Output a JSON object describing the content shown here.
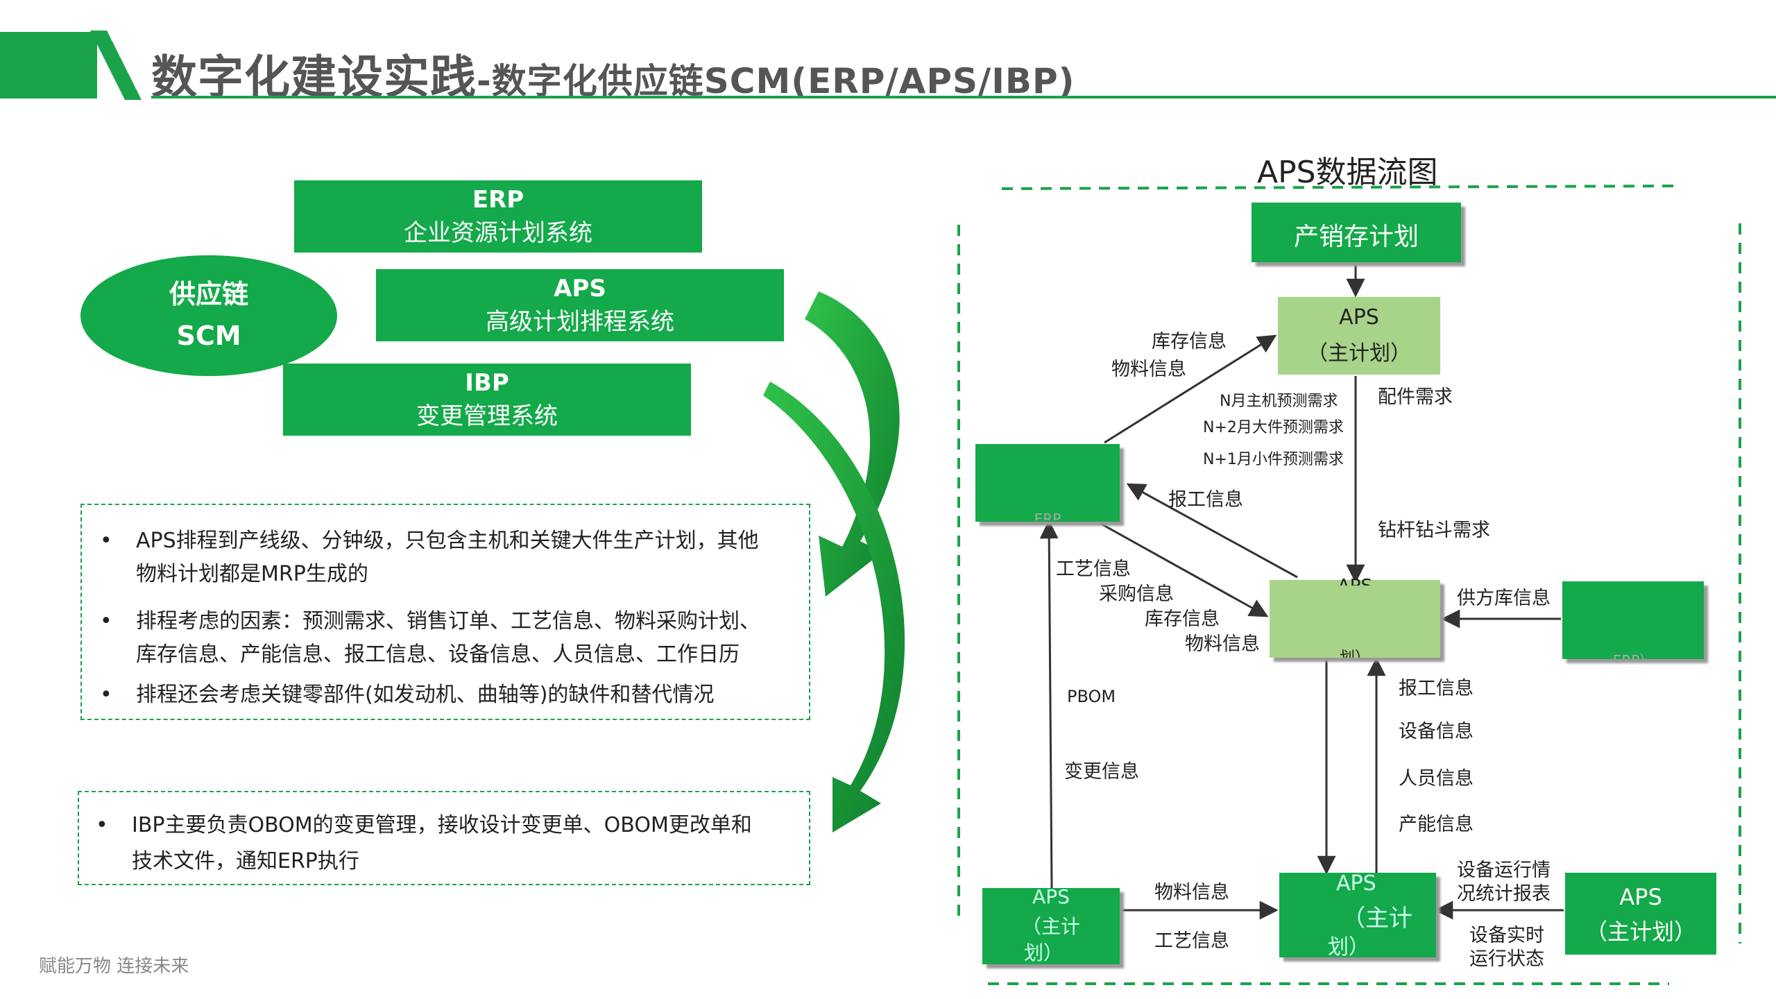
{
  "header": {
    "title_main": "数字化建设实践",
    "title_sub": "-数字化供应链SCM(ERP/APS/IBP)"
  },
  "left": {
    "ellipse": {
      "line1": "供应链",
      "line2": "SCM"
    },
    "erp": {
      "title": "ERP",
      "desc": "企业资源计划系统"
    },
    "aps": {
      "title": "APS",
      "desc": "高级计划排程系统"
    },
    "ibp": {
      "title": "IBP",
      "desc": "变更管理系统"
    },
    "bullets1": [
      {
        "line1": "APS排程到产线级、分钟级，只包含主机和关键大件生产计划，其他",
        "line2": "物料计划都是MRP生成的"
      },
      {
        "line1": "排程考虑的因素：预测需求、销售订单、工艺信息、物料采购计划、",
        "line2": "库存信息、产能信息、报工信息、设备信息、人员信息、工作日历"
      },
      {
        "line1": "排程还会考虑关键零部件(如发动机、曲轴等)的缺件和替代情况",
        "line2": ""
      }
    ],
    "bullets2": [
      {
        "line1": "IBP主要负责OBOM的变更管理，接收设计变更单、OBOM更改单和",
        "line2": "技术文件，通知ERP执行"
      }
    ],
    "bullet_symbol": "•"
  },
  "footer": {
    "slogan": "赋能万物  连接未来"
  },
  "diagram": {
    "title": "APS数据流图",
    "nodes": {
      "top": "产销存计划",
      "aps_main_1": "APS",
      "aps_main_2": "（主计划）",
      "left_frag": "ERP",
      "center_top": "APS",
      "center_bottom": "划）",
      "right_frag": "ERP）",
      "bl_1": "APS",
      "bl_2": "（主计",
      "bl_3": "划）",
      "bc_1": "APS",
      "bc_2": "（主计",
      "bc_3": "划）",
      "br_1": "APS",
      "br_2": "（主计划）"
    },
    "labels": {
      "kucun": "库存信息",
      "wuliao": "物料信息",
      "n_main": "N月主机预测需求",
      "n2": "N+2月大件预测需求",
      "n1": "N+1月小件预测需求",
      "peijian": "配件需求",
      "baogong": "报工信息",
      "zuangan": "钻杆钻斗需求",
      "gongyi": "工艺信息",
      "caigou": "采购信息",
      "kucun2": "库存信息",
      "wuliao2": "物料信息",
      "gongfang": "供方库信息",
      "pbom": "PBOM",
      "biangeng": "变更信息",
      "baogong2": "报工信息",
      "shebei": "设备信息",
      "renyuan": "人员信息",
      "channeng": "产能信息",
      "wuliao3": "物料信息",
      "gongyi3": "工艺信息",
      "yunxing_1": "设备运行情",
      "yunxing_2": "况统计报表",
      "shishi_1": "设备实时",
      "shishi_2": "运行状态"
    }
  },
  "colors": {
    "accent": "#14a94a",
    "light": "#a8d48a",
    "header_band": "#1aa34a"
  }
}
